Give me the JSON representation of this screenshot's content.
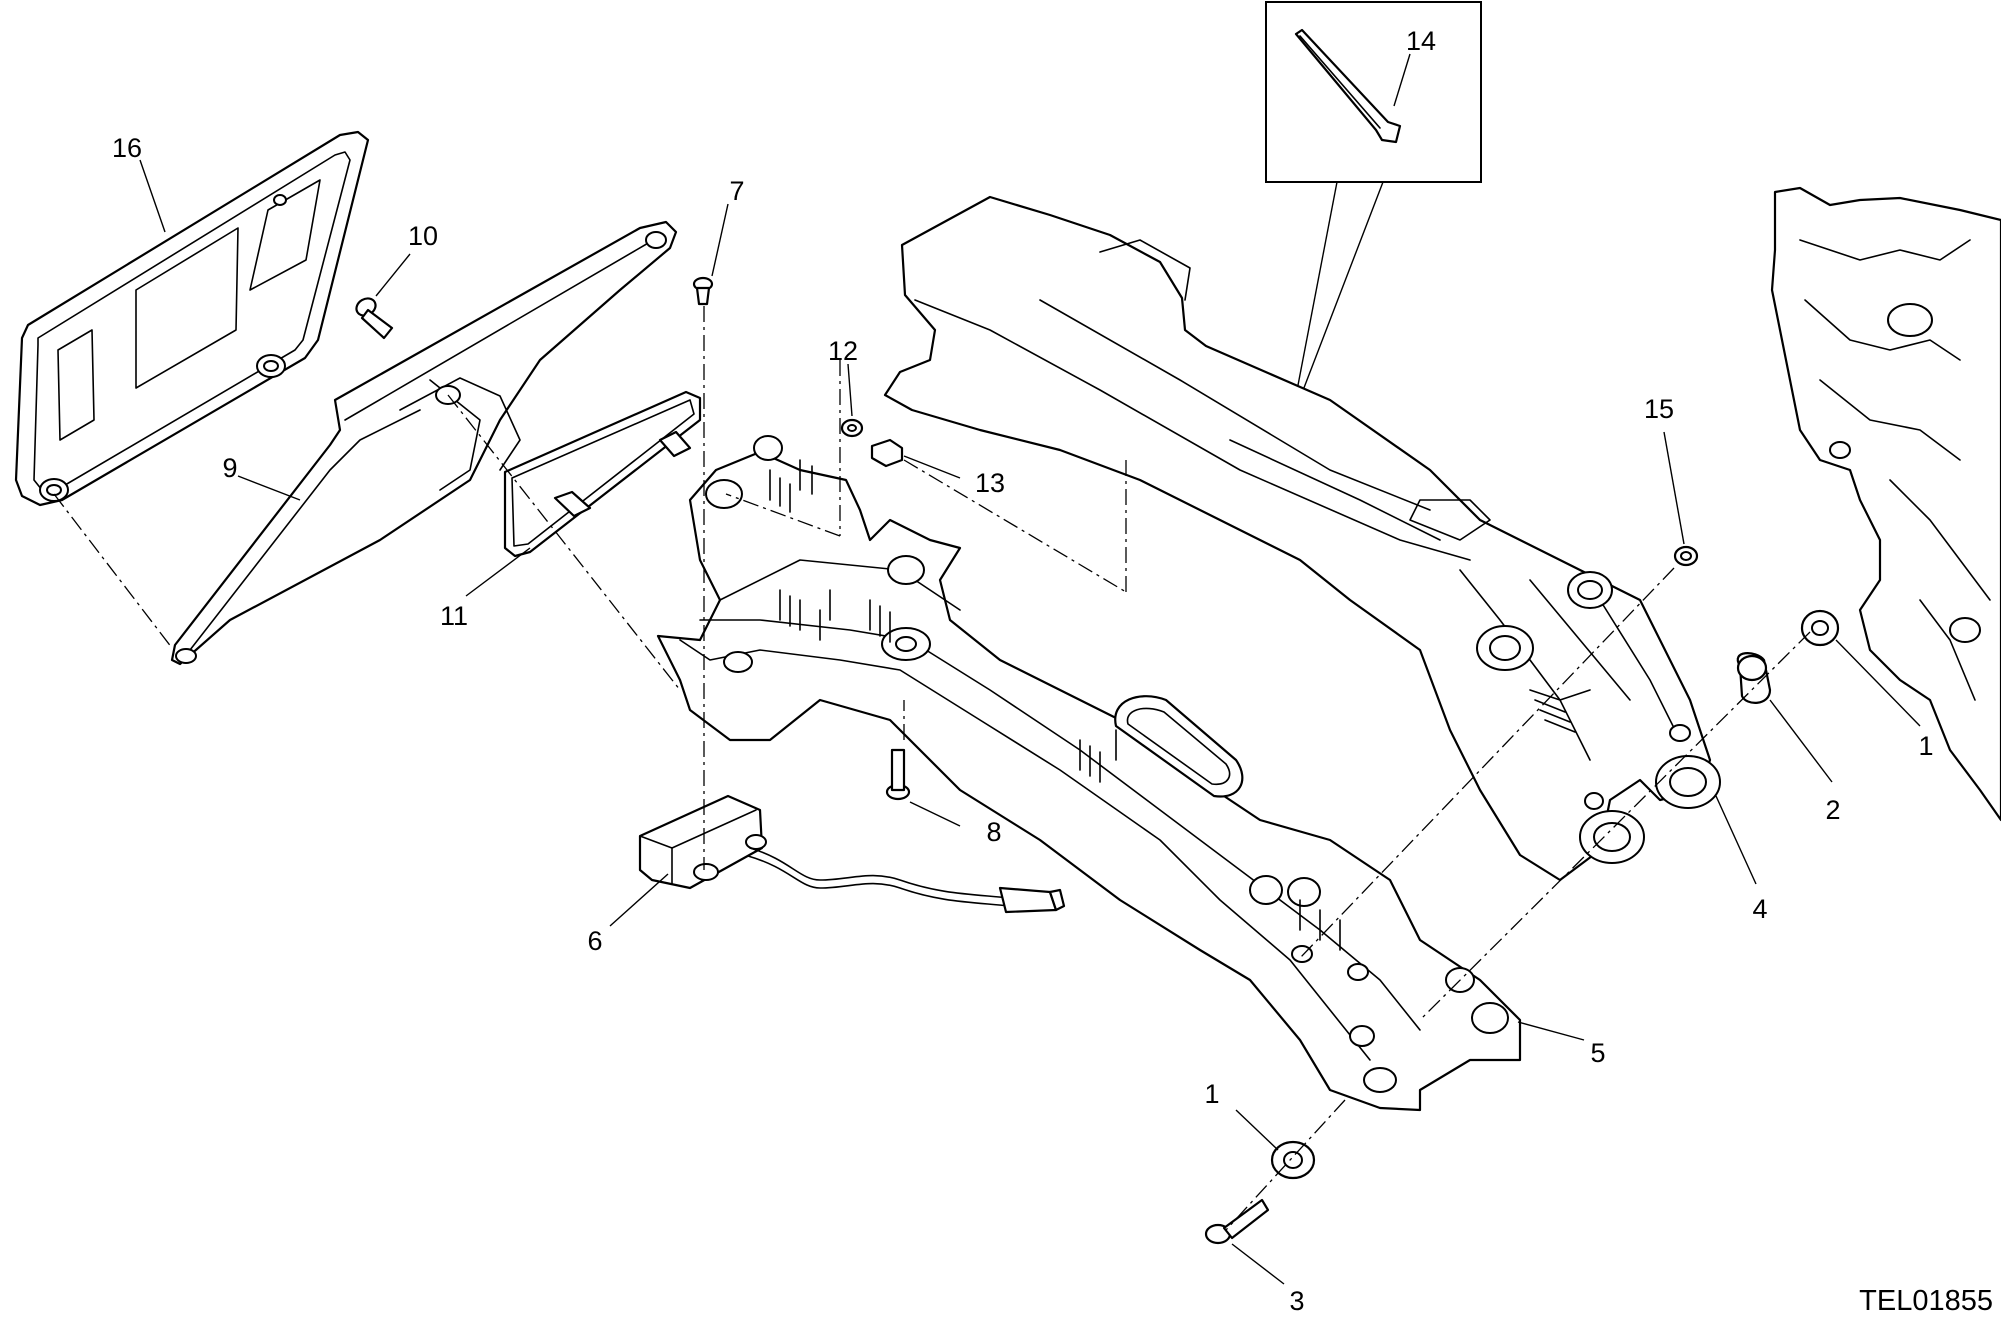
{
  "diagram": {
    "drawing_code": "TEL01855",
    "callouts": {
      "c1a": "1",
      "c1b": "1",
      "c2": "2",
      "c3": "3",
      "c4": "4",
      "c5": "5",
      "c6": "6",
      "c7": "7",
      "c8": "8",
      "c9": "9",
      "c10": "10",
      "c11": "11",
      "c12": "12",
      "c13": "13",
      "c14": "14",
      "c15": "15",
      "c16": "16"
    }
  }
}
